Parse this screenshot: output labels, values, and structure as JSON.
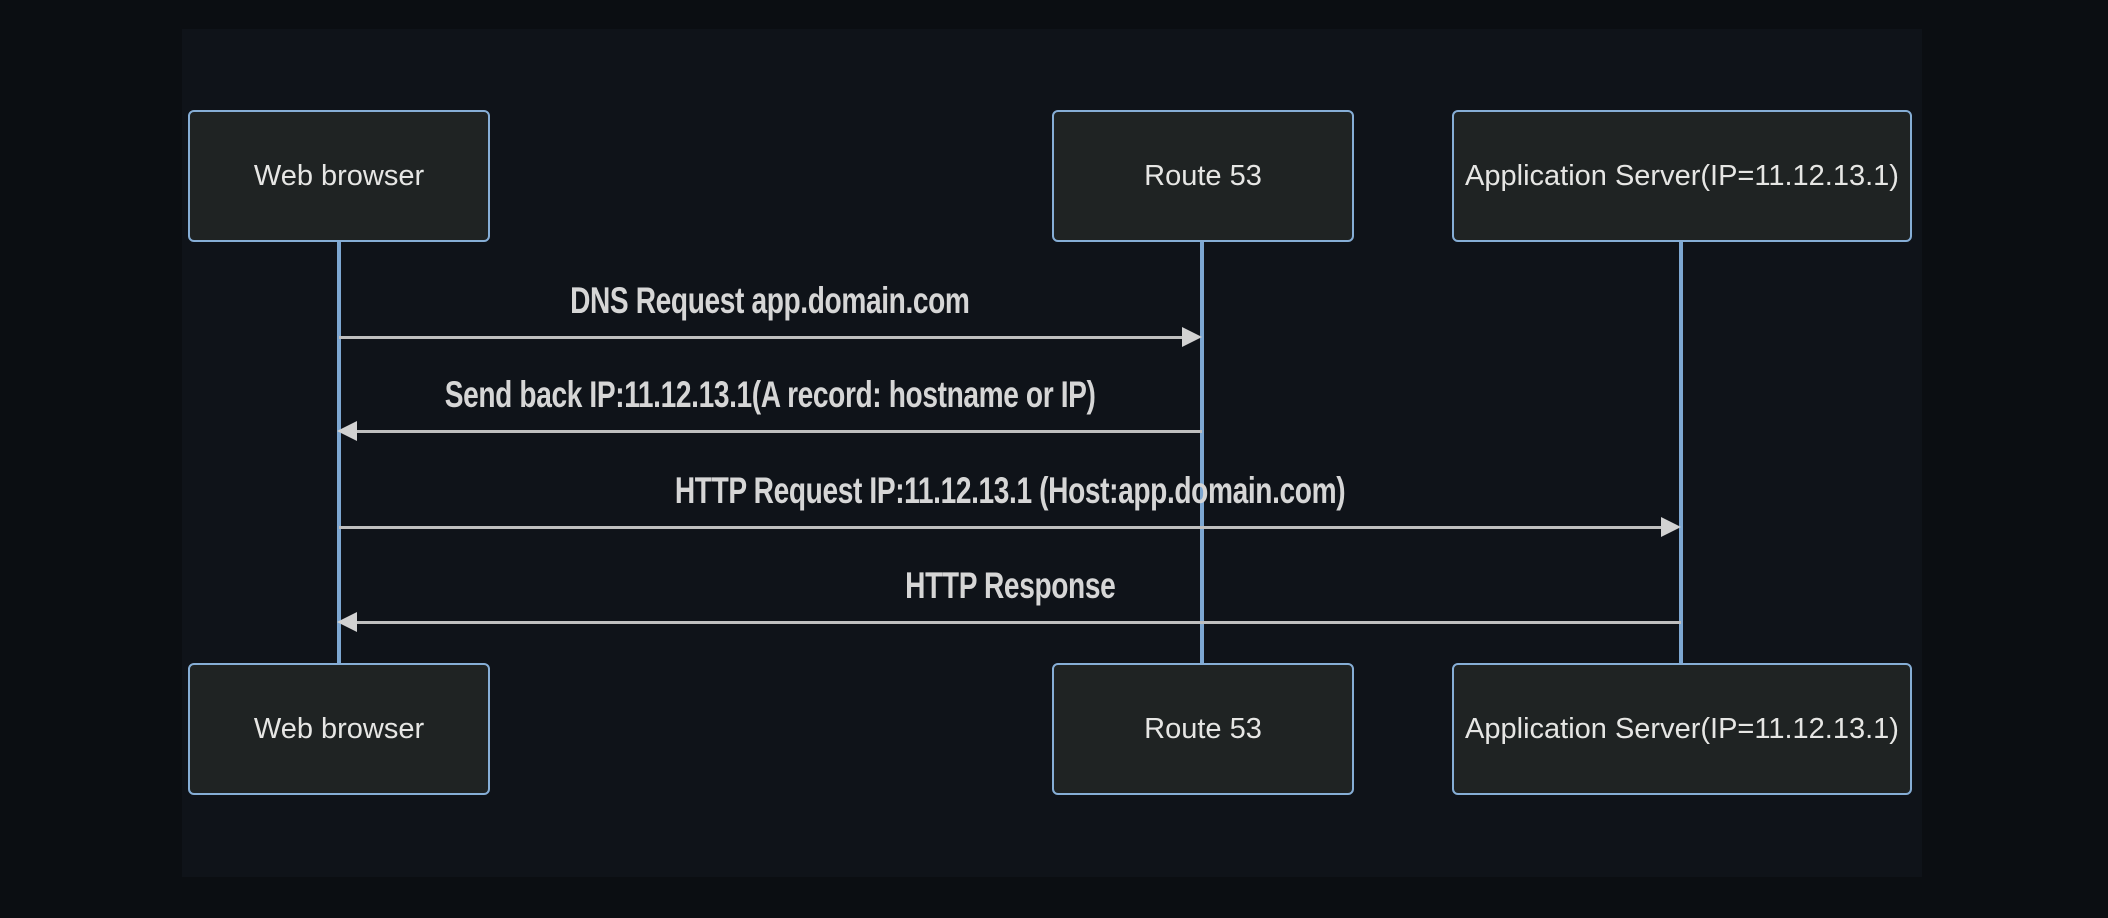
{
  "diagram": {
    "type": "sequence",
    "actors": [
      {
        "id": "web-browser",
        "label": "Web browser"
      },
      {
        "id": "route53",
        "label": "Route 53"
      },
      {
        "id": "app-server",
        "label": "Application Server(IP=11.12.13.1)"
      }
    ],
    "messages": [
      {
        "from": "Web browser",
        "to": "Route 53",
        "direction": "right",
        "label": "DNS Request app.domain.com"
      },
      {
        "from": "Route 53",
        "to": "Web browser",
        "direction": "left",
        "label": "Send back IP:11.12.13.1(A record: hostname or IP)"
      },
      {
        "from": "Web browser",
        "to": "Application Server(IP=11.12.13.1)",
        "direction": "right",
        "label": "HTTP Request IP:11.12.13.1 (Host:app.domain.com)"
      },
      {
        "from": "Application Server(IP=11.12.13.1)",
        "to": "Web browser",
        "direction": "left",
        "label": "HTTP Response"
      }
    ],
    "colors": {
      "page_background": "#0b0e12",
      "canvas_background": "#0f1319",
      "actor_fill": "#1f2323",
      "actor_border": "#86aed6",
      "lifeline": "#7da7d2",
      "arrow_line": "#bfbfbf",
      "arrowhead": "#d2d2d2",
      "actor_text": "#e6e6e4",
      "message_text": "#d6d6d6"
    }
  }
}
